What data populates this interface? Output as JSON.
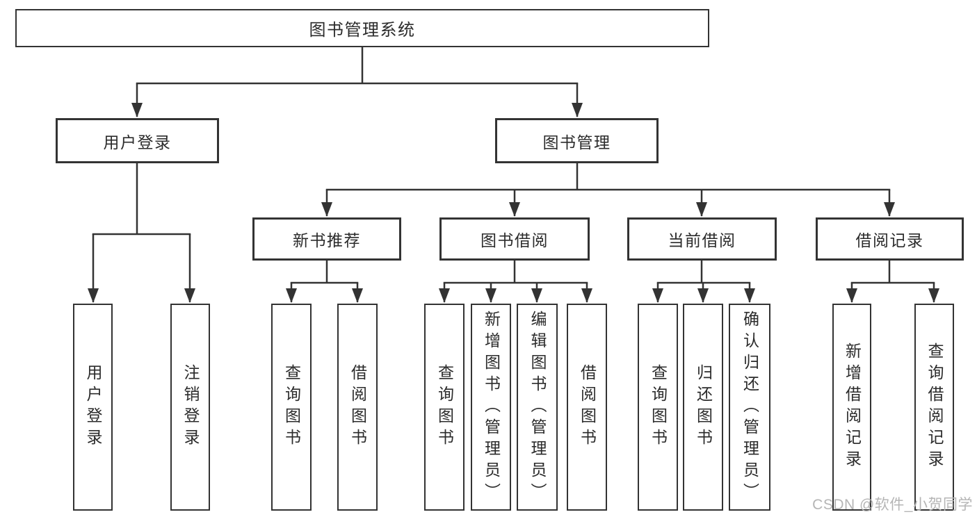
{
  "tree": {
    "root": "图书管理系统",
    "branches": [
      {
        "label": "用户登录",
        "leaves": [
          "用户登录",
          "注销登录"
        ]
      },
      {
        "label": "图书管理",
        "sections": [
          {
            "label": "新书推荐",
            "leaves": [
              "查询图书",
              "借阅图书"
            ]
          },
          {
            "label": "图书借阅",
            "leaves": [
              "查询图书",
              "新增图书（管理员）",
              "编辑图书（管理员）",
              "借阅图书"
            ]
          },
          {
            "label": "当前借阅",
            "leaves": [
              "查询图书",
              "归还图书",
              "确认归还（管理员）"
            ]
          },
          {
            "label": "借阅记录",
            "leaves": [
              "新增借阅记录",
              "查询借阅记录"
            ]
          }
        ]
      }
    ]
  },
  "watermark": {
    "text": "CSDN @软件_小贺同学"
  },
  "colors": {
    "line": "#333333",
    "border": "#333333",
    "text": "#2b2b2b",
    "watermark": "#b5b5b5",
    "background": "#ffffff"
  }
}
